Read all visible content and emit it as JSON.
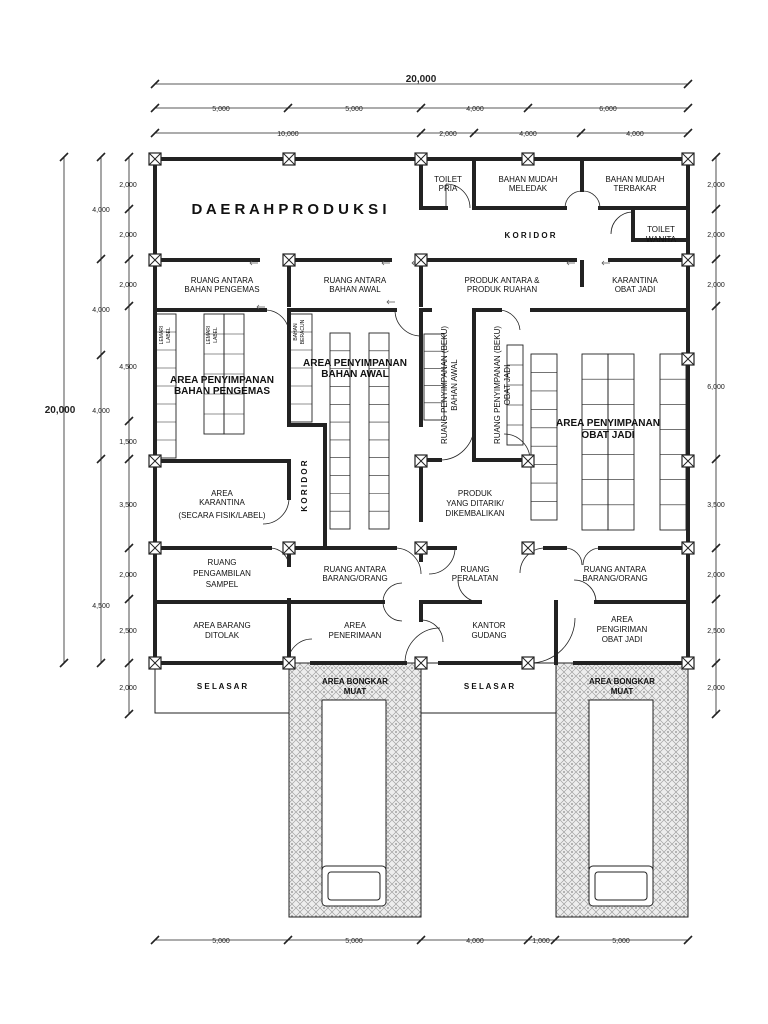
{
  "dimensions": {
    "overall_width": "20,000",
    "overall_height": "20,000",
    "top_row1": [
      "5,000",
      "5,000",
      "4,000",
      "6,000"
    ],
    "top_row2": [
      "10,000",
      "2,000",
      "4,000",
      "4,000"
    ],
    "bottom_row": [
      "5,000",
      "5,000",
      "4,000",
      "1,000",
      "5,000"
    ],
    "left_outer": [
      "4,000",
      "4,000",
      "4,000",
      "4,500"
    ],
    "left_inner": [
      "2,000",
      "2,000",
      "2,000",
      "4,500",
      "1,500",
      "3,500",
      "2,000",
      "2,500",
      "2,000"
    ],
    "right": [
      "2,000",
      "2,000",
      "2,000",
      "6,000",
      "3,500",
      "2,000",
      "2,500",
      "2,000"
    ]
  },
  "rooms": {
    "daerah_produksi": "D A E R A H  P R O D U K S I",
    "toilet_pria": [
      "TOILET",
      "PRIA"
    ],
    "bahan_mudah_meledak": [
      "BAHAN MUDAH",
      "MELEDAK"
    ],
    "bahan_mudah_terbakar": [
      "BAHAN MUDAH",
      "TERBAKAR"
    ],
    "toilet_wanita": [
      "TOILET",
      "WANITA"
    ],
    "koridor_top": "K O R I D O R",
    "ruang_antara_pengemas": [
      "RUANG ANTARA",
      "BAHAN PENGEMAS"
    ],
    "ruang_antara_bahan_awal": [
      "RUANG ANTARA",
      "BAHAN AWAL"
    ],
    "produk_antara": [
      "PRODUK ANTARA &",
      "PRODUK RUAHAN"
    ],
    "karantina_obat_jadi": [
      "KARANTINA",
      "OBAT JADI"
    ],
    "lemari_label_1": [
      "LEMARI",
      "LABEL"
    ],
    "lemari_label_2": [
      "LEMARI",
      "LABEL"
    ],
    "bahan_beracun": [
      "BAHAN",
      "BERACUN"
    ],
    "area_penyimpanan_pengemas": [
      "AREA PENYIMPANAN",
      "BAHAN PENGEMAS"
    ],
    "area_penyimpanan_bahan_awal": [
      "AREA PENYIMPANAN",
      "BAHAN AWAL"
    ],
    "beku_bahan_awal": [
      "RUANG PENYIMPANAN (BEKU)",
      "BAHAN AWAL"
    ],
    "beku_obat_jadi": [
      "RUANG PENYIMPANAN (BEKU)",
      "OBAT JADI"
    ],
    "area_penyimpanan_obat_jadi": [
      "AREA PENYIMPANAN",
      "OBAT JADI"
    ],
    "area_karantina": [
      "AREA",
      "KARANTINA",
      "(SECARA FISIK/LABEL)"
    ],
    "koridor_vertical": "K O R I D O R",
    "produk_ditarik": [
      "PRODUK",
      "YANG DITARIK/",
      "DIKEMBALIKAN"
    ],
    "ruang_pengambilan": [
      "RUANG",
      "PENGAMBILAN",
      "SAMPEL"
    ],
    "ruang_antara_barang_1": [
      "RUANG ANTARA",
      "BARANG/ORANG"
    ],
    "ruang_peralatan": [
      "RUANG",
      "PERALATAN"
    ],
    "ruang_antara_barang_2": [
      "RUANG ANTARA",
      "BARANG/ORANG"
    ],
    "area_barang_ditolak": [
      "AREA BARANG",
      "DITOLAK"
    ],
    "area_penerimaan": [
      "AREA",
      "PENERIMAAN"
    ],
    "kantor_gudang": [
      "KANTOR",
      "GUDANG"
    ],
    "area_pengiriman": [
      "AREA",
      "PENGIRIMAN",
      "OBAT JADI"
    ],
    "selasar_left": "S E L A S A R",
    "selasar_right": "S E L A S A R",
    "bongkar_left": [
      "AREA BONGKAR",
      "MUAT"
    ],
    "bongkar_right": [
      "AREA BONGKAR",
      "MUAT"
    ]
  }
}
